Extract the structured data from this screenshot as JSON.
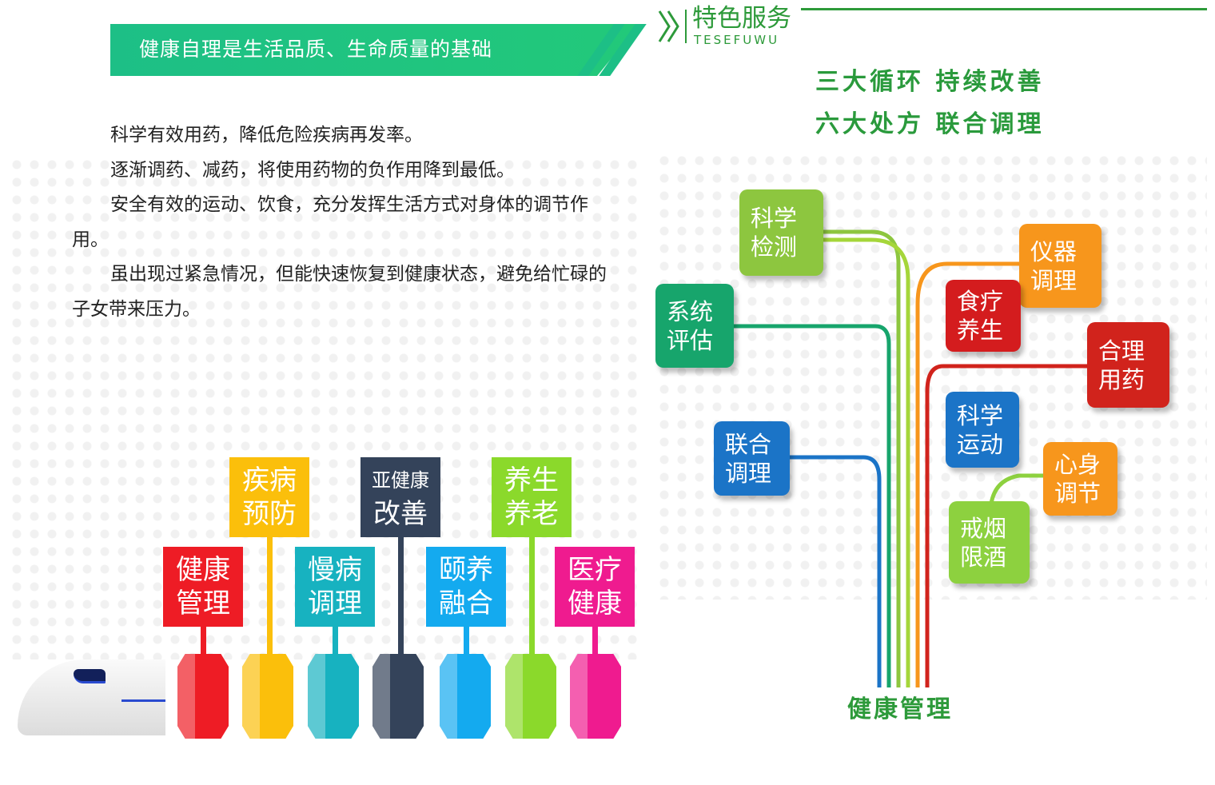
{
  "left": {
    "banner_title": "健康自理是生活品质、生命质量的基础",
    "paragraphs": [
      "科学有效用药，降低危险疾病再发率。",
      "逐渐调药、减药，将使用药物的负作用降到最低。",
      "安全有效的运动、饮食，充分发挥生活方式对身体的调节作用。",
      "虽出现过紧急情况，但能快速恢复到健康状态，避免给忙碌的子女带来压力。"
    ],
    "tags": [
      {
        "l1": "健康",
        "l2": "管理",
        "color": "#ee1c25"
      },
      {
        "l1": "疾病",
        "l2": "预防",
        "color": "#fbbf0b"
      },
      {
        "l1": "慢病",
        "l2": "调理",
        "color": "#17b2c0"
      },
      {
        "l1": "亚健康",
        "l2": "改善",
        "color": "#34435a"
      },
      {
        "l1": "颐养",
        "l2": "融合",
        "color": "#14aaef"
      },
      {
        "l1": "养生",
        "l2": "养老",
        "color": "#8bd92b"
      },
      {
        "l1": "医疗",
        "l2": "健康",
        "color": "#ef1b8f"
      }
    ]
  },
  "right": {
    "section_title": "特色服务",
    "section_subtitle": "TESEFUWU",
    "slogan1": "三大循环 持续改善",
    "slogan2": "六大处方 联合调理",
    "root_label": "健康管理",
    "boxes": [
      {
        "l1": "科学",
        "l2": "检测",
        "color": "#8dc63f"
      },
      {
        "l1": "仪器",
        "l2": "调理",
        "color": "#f7961c"
      },
      {
        "l1": "食疗",
        "l2": "养生",
        "color": "#d41c1e"
      },
      {
        "l1": "系统",
        "l2": "评估",
        "color": "#17a56c"
      },
      {
        "l1": "合理",
        "l2": "用药",
        "color": "#d1231c"
      },
      {
        "l1": "科学",
        "l2": "运动",
        "color": "#1b74c7"
      },
      {
        "l1": "联合",
        "l2": "调理",
        "color": "#1b74c7"
      },
      {
        "l1": "心身",
        "l2": "调节",
        "color": "#f7961c"
      },
      {
        "l1": "戒烟",
        "l2": "限酒",
        "color": "#8dd13f"
      }
    ]
  }
}
